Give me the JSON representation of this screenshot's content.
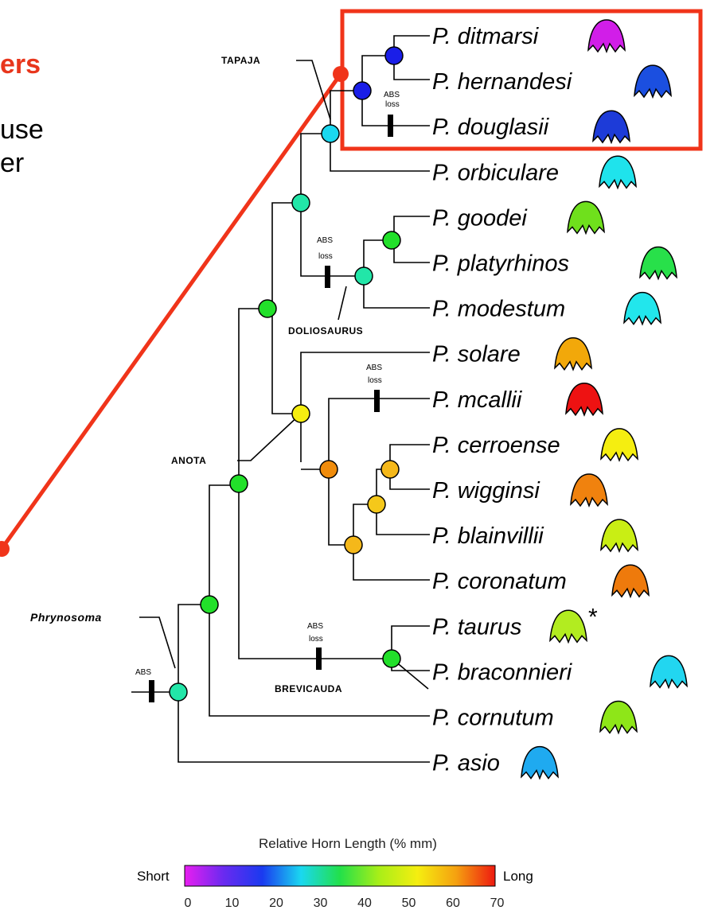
{
  "fragments": {
    "title": "ers",
    "line1": "use",
    "line2": "er"
  },
  "clades": {
    "tapaja": "TAPAJA",
    "doliosaurus": "DOLIOSAURUS",
    "anota": "ANOTA",
    "brevicauda": "BREVICAUDA",
    "phrynosoma": "Phrynosoma"
  },
  "abs": {
    "root": "ABS",
    "loss_top": "loss",
    "abs_label": "ABS"
  },
  "species": [
    {
      "name": "P. ditmarsi",
      "color": "#d11ee8"
    },
    {
      "name": "P. hernandesi",
      "color": "#1b4fe0"
    },
    {
      "name": "P. douglasii",
      "color": "#1d3bd8"
    },
    {
      "name": "P. orbiculare",
      "color": "#1fe3ec"
    },
    {
      "name": "P. goodei",
      "color": "#6fe01c"
    },
    {
      "name": "P. platyrhinos",
      "color": "#28e04a"
    },
    {
      "name": "P. modestum",
      "color": "#22e6ec"
    },
    {
      "name": "P. solare",
      "color": "#f2a80a"
    },
    {
      "name": "P. mcallii",
      "color": "#ee1212"
    },
    {
      "name": "P. cerroense",
      "color": "#f5ee10"
    },
    {
      "name": "P. wigginsi",
      "color": "#f0820e"
    },
    {
      "name": "P. blainvillii",
      "color": "#c9ee14"
    },
    {
      "name": "P. coronatum",
      "color": "#ee7a0c"
    },
    {
      "name": "P. taurus",
      "color": "#b2ec20"
    },
    {
      "name": "P. braconnieri",
      "color": "#22d6f0"
    },
    {
      "name": "P. cornutum",
      "color": "#8ee618"
    },
    {
      "name": "P. asio",
      "color": "#1faaf0"
    }
  ],
  "taurus_mark": "*",
  "legend": {
    "title": "Relative Horn Length (% mm)",
    "short": "Short",
    "long": "Long",
    "ticks": [
      "0",
      "10",
      "20",
      "30",
      "40",
      "50",
      "60",
      "70"
    ],
    "gradient": [
      "#e81ef0",
      "#6a2af0",
      "#1a3af0",
      "#1ad8f0",
      "#22e04a",
      "#a8ee18",
      "#f5ee10",
      "#f5a010",
      "#ee1a10"
    ]
  },
  "node_colors": {
    "blue": "#1a1ee8",
    "cyan": "#1ad8f0",
    "teal": "#22e6a8",
    "green": "#22e02a",
    "yellow": "#f5ee10",
    "orange": "#f08c0c",
    "amber": "#f5b81a",
    "highlight": "#f0341a"
  }
}
